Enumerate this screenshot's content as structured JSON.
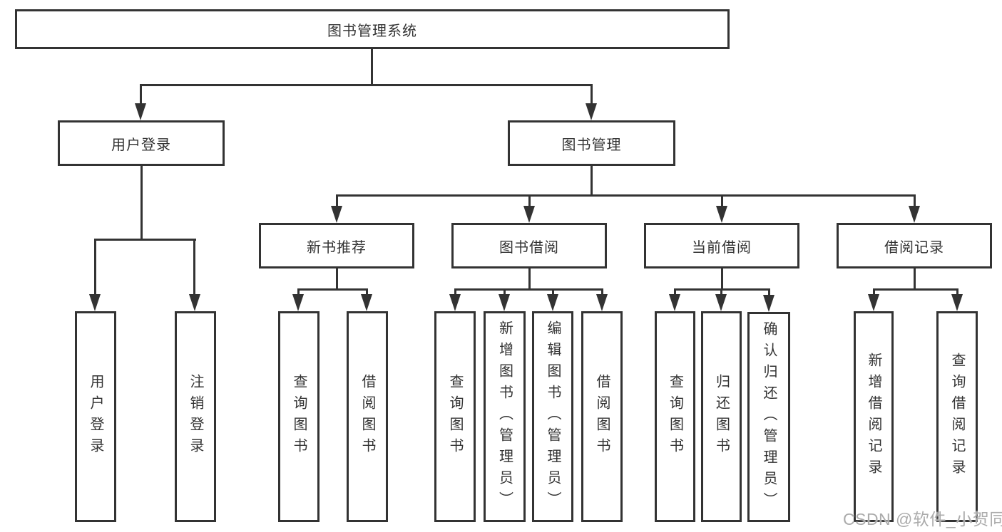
{
  "root": {
    "label": "图书管理系统"
  },
  "user_branch": {
    "label": "用户登录",
    "children": [
      {
        "label": "用户登录"
      },
      {
        "label": "注销登录"
      }
    ]
  },
  "book_branch": {
    "label": "图书管理",
    "sections": [
      {
        "label": "新书推荐",
        "children": [
          {
            "label": "查询图书"
          },
          {
            "label": "借阅图书"
          }
        ]
      },
      {
        "label": "图书借阅",
        "children": [
          {
            "label": "查询图书"
          },
          {
            "label": "新增图书（管理员）"
          },
          {
            "label": "编辑图书（管理员）"
          },
          {
            "label": "借阅图书"
          }
        ]
      },
      {
        "label": "当前借阅",
        "children": [
          {
            "label": "查询图书"
          },
          {
            "label": "归还图书"
          },
          {
            "label": "确认归还（管理员）"
          }
        ]
      },
      {
        "label": "借阅记录",
        "children": [
          {
            "label": "新增借阅记录"
          },
          {
            "label": "查询借阅记录"
          }
        ]
      }
    ]
  },
  "watermark": {
    "text": "CSDN @软件_小贺同学"
  },
  "colors": {
    "line": "#333333",
    "text": "#333333",
    "background": "#ffffff",
    "watermark": "#ababab"
  }
}
